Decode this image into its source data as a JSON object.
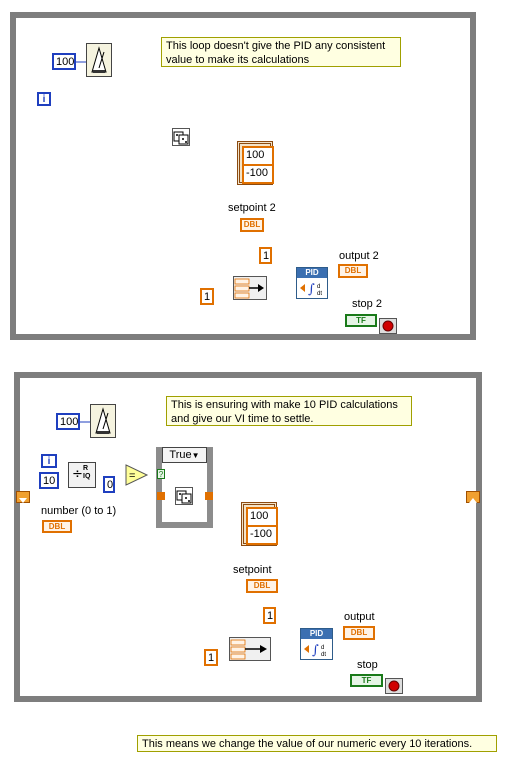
{
  "loop1": {
    "wait_ms": "100",
    "comment": "This loop doesn't give the PID any consistent value to make its calculations",
    "iteration_terminal": "i",
    "limits": [
      "100",
      "-100"
    ],
    "setpoint_label": "setpoint 2",
    "gain_const": "1",
    "bundle_const": "1",
    "pid_label": "PID",
    "output_label": "output 2",
    "stop_label": "stop 2",
    "dbl_tag": "DBL",
    "tf_tag": "TF"
  },
  "loop2": {
    "wait_ms": "100",
    "comment": "This is ensuring with make 10 PID calculations and give our VI time to settle.",
    "iteration_terminal": "i",
    "divisor_const": "10",
    "quotient_label": "R IQ",
    "compare_const": "0",
    "compare_symbol": "=",
    "case_selector": "True",
    "number_label": "number (0 to 1)",
    "limits": [
      "100",
      "-100"
    ],
    "setpoint_label": "setpoint",
    "gain_const": "1",
    "bundle_const": "1",
    "pid_label": "PID",
    "output_label": "output",
    "stop_label": "stop",
    "dbl_tag": "DBL",
    "tf_tag": "TF"
  },
  "footer_note": "This means we change the value of our numeric every 10 iterations."
}
